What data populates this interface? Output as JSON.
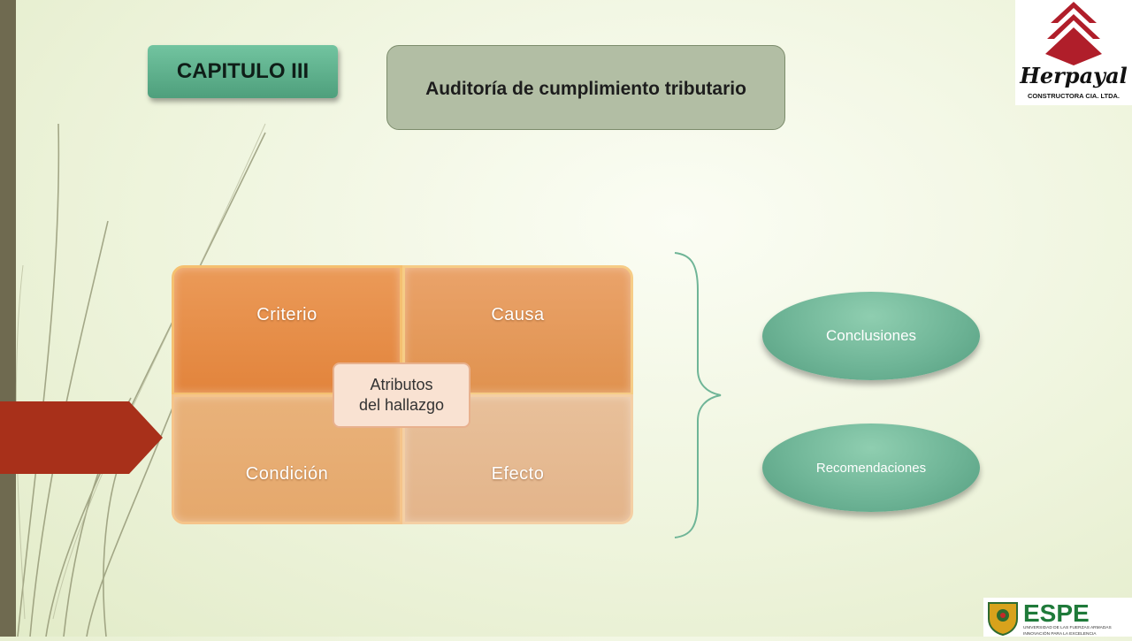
{
  "slide": {
    "chapter": "CAPITULO III",
    "title": "Auditoría de cumplimiento tributario"
  },
  "matrix": {
    "quadrants": [
      "Criterio",
      "Causa",
      "Condición",
      "Efecto"
    ],
    "center_label_line1": "Atributos",
    "center_label_line2": "del hallazgo"
  },
  "outcomes": [
    "Conclusiones",
    "Recomendaciones"
  ],
  "logos": {
    "company_name": "Herpayal",
    "company_subtitle": "CONSTRUCTORA CIA. LTDA.",
    "university_name": "ESPE",
    "university_line1": "UNIVERSIDAD DE LAS FUERZAS ARMADAS",
    "university_line2": "INNOVACIÓN PARA LA EXCELENCIA"
  },
  "colors": {
    "accent_green": "#5fa886",
    "matrix_orange": "#e2843c",
    "brand_red": "#b01e2a",
    "theme_red": "#a8301a"
  }
}
